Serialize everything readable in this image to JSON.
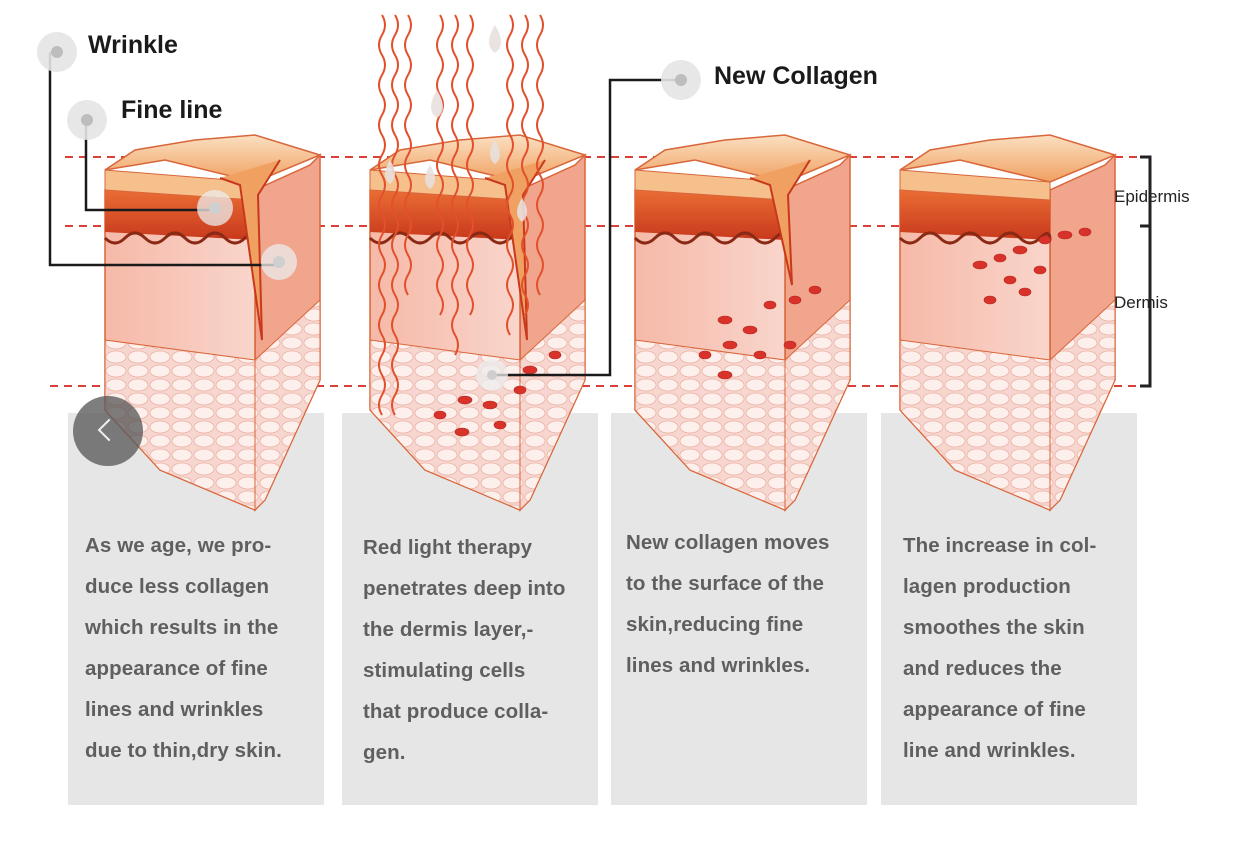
{
  "labels": {
    "wrinkle": "Wrinkle",
    "fine_line": "Fine line",
    "new_collagen": "New Collagen",
    "epidermis": "Epidermis",
    "dermis": "Dermis"
  },
  "panels": [
    {
      "text": "As we age, we pro-\nduce less collagen\nwhich results in the\nappearance of fine\nlines and wrinkles\ndue to thin,dry skin."
    },
    {
      "text": "Red light therapy\npenetrates deep into\nthe dermis layer,-\nstimulating cells\nthat produce colla-\ngen."
    },
    {
      "text": "New collagen moves\nto the surface of the\nskin,reducing fine\nlines and wrinkles."
    },
    {
      "text": "The increase in col-\nlagen production\nsmoothes the skin\nand reduces the\nappearance of fine\nline and wrinkles."
    }
  ],
  "carousel": {
    "prev_icon": "chevron-left-icon"
  },
  "colors": {
    "guide_line": "#d9403a",
    "card_bg": "#e6e6e6",
    "skin_top": "#f4b27a",
    "skin_mid": "#e8531e",
    "dermis": "#f7c3b8",
    "fat": "#fbe3dd",
    "collagen": "#d8322a"
  }
}
